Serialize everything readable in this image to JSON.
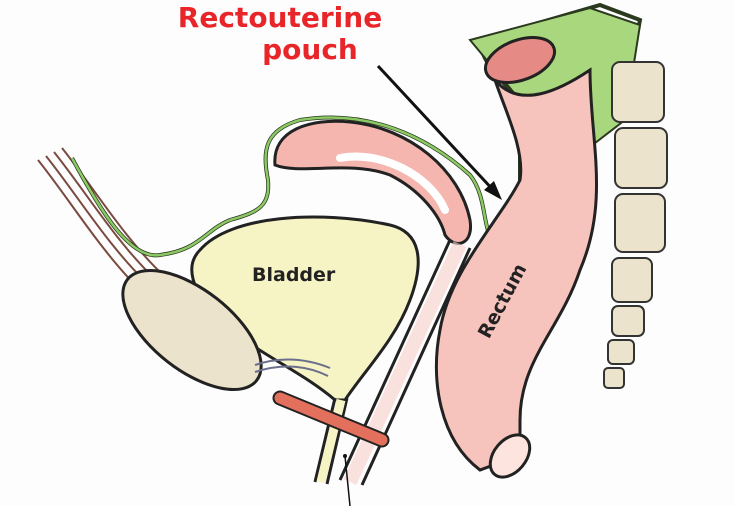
{
  "labels": {
    "title_line1": "Rectouterine",
    "title_line2": "pouch",
    "bladder": "Bladder",
    "rectum": "Rectum"
  },
  "colors": {
    "title": "#e8262a",
    "peritoneum": "#7fbf55",
    "uterus": "#f4b6ae",
    "bladder": "#f6f3c4",
    "bone": "#ece3cc"
  }
}
